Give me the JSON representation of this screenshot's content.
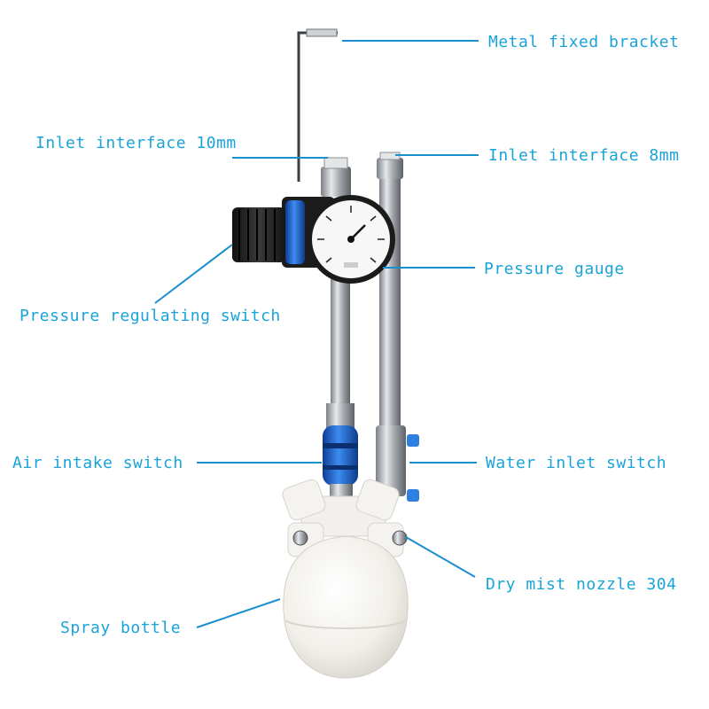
{
  "colors": {
    "label": "#1aa3d9",
    "leader": "#1a8fd0",
    "steel": "#b9bcc0",
    "brass_dark": "#6e7378",
    "knob_blue": "#1e5fd6",
    "valve_blue": "#2d7fe0",
    "bottle": "#f3f1ec"
  },
  "labels": {
    "metal_fixed_bracket": "Metal fixed bracket",
    "inlet_interface_10mm": "Inlet interface 10mm",
    "inlet_interface_8mm": "Inlet interface 8mm",
    "pressure_gauge": "Pressure gauge",
    "pressure_regulating_switch": "Pressure regulating switch",
    "air_intake_switch": "Air intake switch",
    "water_inlet_switch": "Water inlet switch",
    "dry_mist_nozzle_304": "Dry mist nozzle 304",
    "spray_bottle": "Spray bottle"
  }
}
